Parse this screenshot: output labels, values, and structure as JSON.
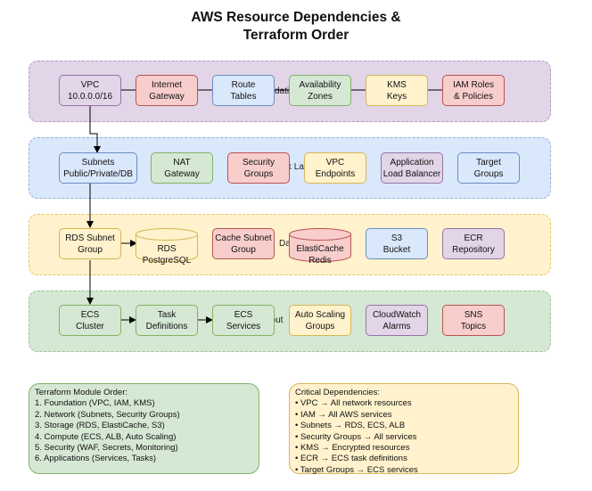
{
  "title": {
    "line1": "AWS Resource Dependencies &",
    "line2": "Terraform Order"
  },
  "layers": {
    "foundation_label": "dati",
    "network_label": "k La",
    "data_label": "Da",
    "compute_label": "nput"
  },
  "nodes": {
    "vpc": "VPC\n10.0.0.0/16",
    "igw": "Internet\nGateway",
    "route_tables": "Route\nTables",
    "azs": "Availability\nZones",
    "kms": "KMS\nKeys",
    "iam": "IAM Roles\n& Policies",
    "subnets": "Subnets\nPublic/Private/DB",
    "nat": "NAT\nGateway",
    "security_groups": "Security\nGroups",
    "vpc_endpoints": "VPC\nEndpoints",
    "alb": "Application\nLoad Balancer",
    "target_groups": "Target\nGroups",
    "rds_subnet": "RDS Subnet\nGroup",
    "rds": "RDS\nPostgreSQL",
    "cache_subnet": "Cache Subnet\nGroup",
    "elasticache": "ElastiCache\nRedis",
    "s3": "S3\nBucket",
    "ecr": "ECR\nRepository",
    "ecs_cluster": "ECS\nCluster",
    "task_defs": "Task\nDefinitions",
    "ecs_services": "ECS\nServices",
    "autoscaling": "Auto Scaling\nGroups",
    "cloudwatch": "CloudWatch\nAlarms",
    "sns": "SNS\nTopics"
  },
  "module_order": {
    "heading": "Terraform Module Order:",
    "items": [
      "1. Foundation (VPC, IAM, KMS)",
      "2. Network (Subnets, Security Groups)",
      "3. Storage (RDS, ElastiCache, S3)",
      "4. Compute (ECS, ALB, Auto Scaling)",
      "5. Security (WAF, Secrets, Monitoring)",
      "6. Applications (Services, Tasks)"
    ]
  },
  "critical": {
    "heading": "Critical Dependencies:",
    "items": [
      "• VPC → All network resources",
      "• IAM → All AWS services",
      "• Subnets → RDS, ECS, ALB",
      "• Security Groups → All services",
      "• KMS → Encrypted resources",
      "• ECR → ECS task definitions",
      "• Target Groups → ECS services"
    ]
  },
  "colors": {
    "blue": "#dae8fc",
    "purple": "#e1d5e7",
    "red": "#f8cecc",
    "green": "#d5e8d4",
    "yellow": "#fff2cc"
  }
}
